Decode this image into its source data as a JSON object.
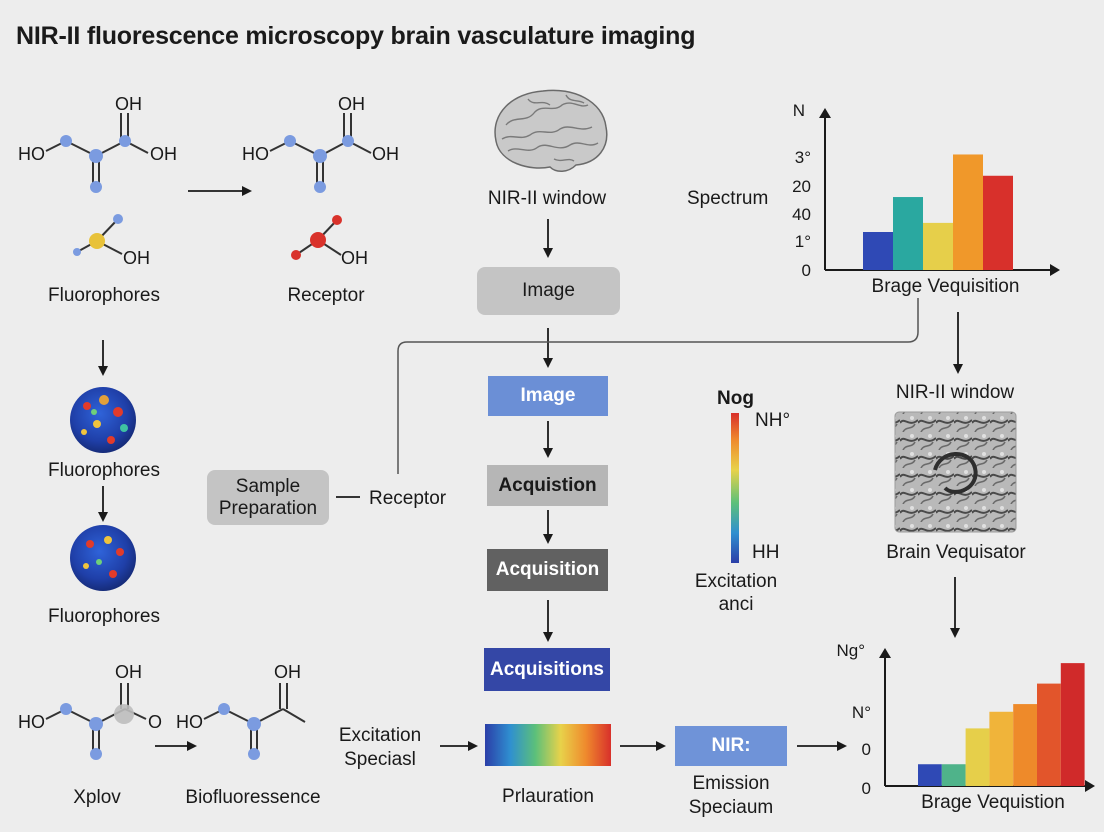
{
  "title": "NIR-II fluorescence microscopy brain vasculature imaging",
  "molecules": {
    "top_left_1": {
      "oh_top": "OH",
      "ho": "HO",
      "oh_right": "OH"
    },
    "top_left_2": {
      "oh_top": "OH",
      "ho": "HO",
      "oh_right": "OH"
    },
    "small_1": {
      "oh": "OH"
    },
    "small_2": {
      "oh": "OH"
    },
    "bottom_1": {
      "oh_top": "OH",
      "ho": "HO",
      "o_right": "O"
    },
    "bottom_2": {
      "oh_top": "OH",
      "ho": "HO"
    }
  },
  "left": {
    "fluorophores_1": "Fluorophores",
    "receptor": "Receptor",
    "fluorophores_2": "Fluorophores",
    "fluorophores_3": "Fluorophores",
    "xplov": "Xplov",
    "biofluoresence": "Biofluoressence"
  },
  "center": {
    "nir_window": "NIR-II window",
    "image_gray": "Image",
    "image_blue": "Image",
    "acquisition_1": "Acquistion",
    "acquisition_2": "Acquisition",
    "acquisitions": "Acquisitions",
    "sample_prep_line1": "Sample",
    "sample_prep_line2": "Preparation",
    "receptor": "Receptor",
    "excitation_line1": "Excitation",
    "excitation_line2": "Speciasl",
    "pralauration": "Prlauration",
    "nir_box": "NIR:",
    "emission_line1": "Emission",
    "emission_line2": "Speciaum"
  },
  "colorbar": {
    "top": "Nog",
    "top_right": "NH°",
    "bottom_right": "HH",
    "caption_line1": "Excitation",
    "caption_line2": "anci"
  },
  "right": {
    "spectrum": "Spectrum",
    "nir_window": "NIR-II window",
    "brain_caption": "Brain Vequisator"
  },
  "chart_data": [
    {
      "type": "bar",
      "title": "",
      "xlabel": "Brage Vequisition",
      "ylabel": "N",
      "y_tick_labels": [
        "3°",
        "20",
        "40",
        "1°",
        "0"
      ],
      "values": [
        0.25,
        0.48,
        0.31,
        0.76,
        0.62
      ],
      "note": "values are relative bar heights (0–1 of axis height); tick labels are non-monotonic as printed"
    },
    {
      "type": "bar",
      "title": "",
      "xlabel": "Brage Vequistion",
      "ylabel": "Ng°",
      "y_tick_labels": [
        "N°",
        "0",
        "0"
      ],
      "values": [
        0.17,
        0.17,
        0.45,
        0.58,
        0.64,
        0.8,
        0.96
      ],
      "note": "values are relative bar heights (0–1 of axis height); staircase of rising bars"
    }
  ],
  "colors": {
    "atom_blue": "#7b9be0",
    "atom_yellow": "#e8c23a",
    "atom_red": "#d9322b",
    "image_box_gray": "#c4c4c4",
    "image_box_blue": "#6b8fd6",
    "acq_light": "#b6b6b6",
    "acq_dark": "#616161",
    "acq_navy": "#3447a6",
    "nir_box": "#6f93d8"
  }
}
